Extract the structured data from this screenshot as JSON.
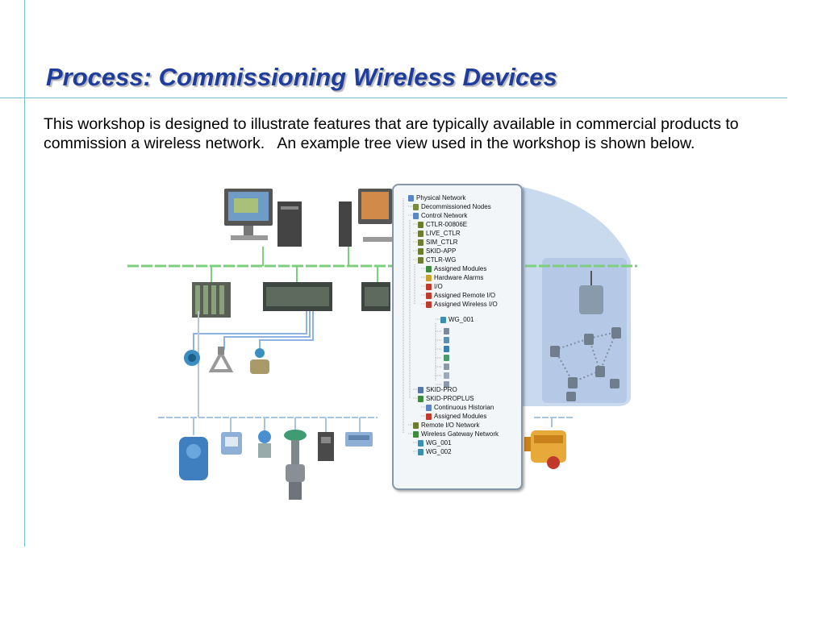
{
  "slide": {
    "title": "Process: Commissioning Wireless Devices",
    "body": "This workshop is designed to illustrate features that are typically available in commercial products to commission a wireless network.   An example tree view used in the workshop is shown below."
  },
  "tree": {
    "nodes": [
      {
        "label": "Physical Network",
        "icon": "network-icon",
        "color": "#5a86c8",
        "level": 0
      },
      {
        "label": "Decommissioned Nodes",
        "icon": "node-icon",
        "color": "#7a8a3a",
        "level": 1
      },
      {
        "label": "Control Network",
        "icon": "network-icon",
        "color": "#5a86c8",
        "level": 1
      },
      {
        "label": "CTLR-00806E",
        "icon": "controller-icon",
        "color": "#6d7d2e",
        "level": 2
      },
      {
        "label": "LIVE_CTLR",
        "icon": "controller-icon",
        "color": "#6d7d2e",
        "level": 2
      },
      {
        "label": "SIM_CTLR",
        "icon": "controller-icon",
        "color": "#6d7d2e",
        "level": 2
      },
      {
        "label": "SKID-APP",
        "icon": "controller-icon",
        "color": "#6d7d2e",
        "level": 2
      },
      {
        "label": "CTLR-WG",
        "icon": "controller-icon",
        "color": "#6d7d2e",
        "level": 2
      },
      {
        "label": "Assigned Modules",
        "icon": "modules-icon",
        "color": "#3d8c3d",
        "level": 3
      },
      {
        "label": "Hardware Alarms",
        "icon": "alarm-icon",
        "color": "#c9a227",
        "level": 3
      },
      {
        "label": "I/O",
        "icon": "io-icon",
        "color": "#c0392b",
        "level": 3
      },
      {
        "label": "Assigned Remote I/O",
        "icon": "io-icon",
        "color": "#c0392b",
        "level": 3
      },
      {
        "label": "Assigned Wireless I/O",
        "icon": "io-icon",
        "color": "#c0392b",
        "level": 3
      },
      {
        "label": "WG_001",
        "icon": "gateway-icon",
        "color": "#3a8fb0",
        "level": 4
      },
      {
        "label": "SKID-PRO",
        "icon": "controller-icon",
        "color": "#5577aa",
        "level": 2
      },
      {
        "label": "SKID-PROPLUS",
        "icon": "controller-icon",
        "color": "#3d8c3d",
        "level": 2
      },
      {
        "label": "Continuous Historian",
        "icon": "historian-icon",
        "color": "#5a86c8",
        "level": 3
      },
      {
        "label": "Assigned Modules",
        "icon": "modules-icon",
        "color": "#c0392b",
        "level": 3
      },
      {
        "label": "Remote I/O Network",
        "icon": "network-icon",
        "color": "#6d7d2e",
        "level": 1
      },
      {
        "label": "Wireless Gateway Network",
        "icon": "wireless-icon",
        "color": "#3d8c3d",
        "level": 1
      },
      {
        "label": "WG_001",
        "icon": "gateway-icon",
        "color": "#3a8fb0",
        "level": 2
      },
      {
        "label": "WG_002",
        "icon": "gateway-icon",
        "color": "#3a8fb0",
        "level": 2
      }
    ]
  }
}
